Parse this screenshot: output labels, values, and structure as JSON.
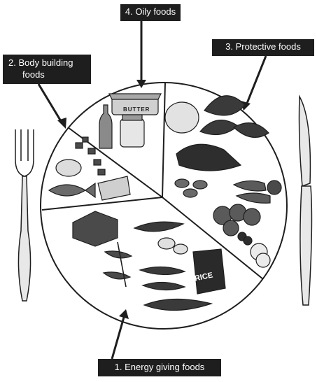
{
  "labels": {
    "oily": "4. Oily foods",
    "body_line1": "2. Body building",
    "body_line2": "foods",
    "protective": "3. Protective foods",
    "energy": "1. Energy giving foods"
  },
  "food_text": {
    "butter": "BUTTER",
    "rice": "RICE"
  },
  "colors": {
    "ink": "#1e1e1e",
    "label_bg": "#1e1e1e",
    "label_text": "#ffffff",
    "plate": "#ffffff",
    "food_dark": "#3a3a3a",
    "food_mid": "#6a6a6a",
    "food_light": "#c8c8c8"
  }
}
